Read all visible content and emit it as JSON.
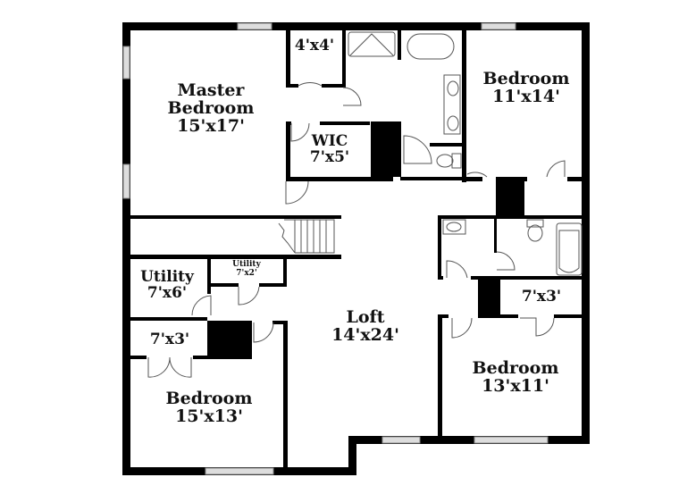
{
  "floorplan": {
    "colors": {
      "wall": "#000000",
      "window": "#c8c8c8",
      "background": "#ffffff",
      "fixture_line": "#555555"
    },
    "rooms": [
      {
        "id": "master-bedroom",
        "name": "Master Bedroom",
        "name_line1": "Master",
        "name_line2": "Bedroom",
        "size": "15'x17'"
      },
      {
        "id": "master-closet",
        "name": "",
        "size": "4'x4'"
      },
      {
        "id": "wic",
        "name": "WIC",
        "size": "7'x5'"
      },
      {
        "id": "bedroom-ne",
        "name": "Bedroom",
        "size": "11'x14'"
      },
      {
        "id": "utility-large",
        "name": "Utility",
        "size": "7'x6'"
      },
      {
        "id": "utility-small",
        "name": "Utility",
        "size": "7'x2'"
      },
      {
        "id": "closet-sw",
        "name": "",
        "size": "7'x3'"
      },
      {
        "id": "bedroom-sw",
        "name": "Bedroom",
        "size": "15'x13'"
      },
      {
        "id": "loft",
        "name": "Loft",
        "size": "14'x24'"
      },
      {
        "id": "closet-se",
        "name": "",
        "size": "7'x3'"
      },
      {
        "id": "bedroom-se",
        "name": "Bedroom",
        "size": "13'x11'"
      }
    ]
  }
}
